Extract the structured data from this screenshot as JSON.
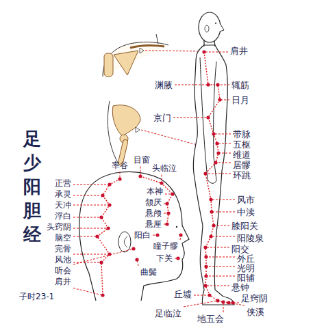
{
  "diagram": {
    "title": "足少阳胆经",
    "labels": [
      "肩井",
      "渊腋",
      "辄筋",
      "日月",
      "京门",
      "带脉",
      "五枢",
      "维道",
      "居髎",
      "环跳",
      "风市",
      "中渎",
      "膝阳关",
      "阳陵泉",
      "阳交",
      "外丘",
      "光明",
      "阳辅",
      "悬钟",
      "丘墟",
      "足窍阴",
      "足临泣",
      "侠溪",
      "地五会",
      "率谷",
      "目窗",
      "头临泣",
      "正营",
      "本神",
      "承灵",
      "颔厌",
      "天冲",
      "悬颅",
      "浮白",
      "悬厘",
      "头窍阴",
      "阳白",
      "脑空",
      "完骨",
      "瞳子髎",
      "风池",
      "下关",
      "听会",
      "肩井",
      "曲鬓",
      "子时23-1"
    ]
  }
}
